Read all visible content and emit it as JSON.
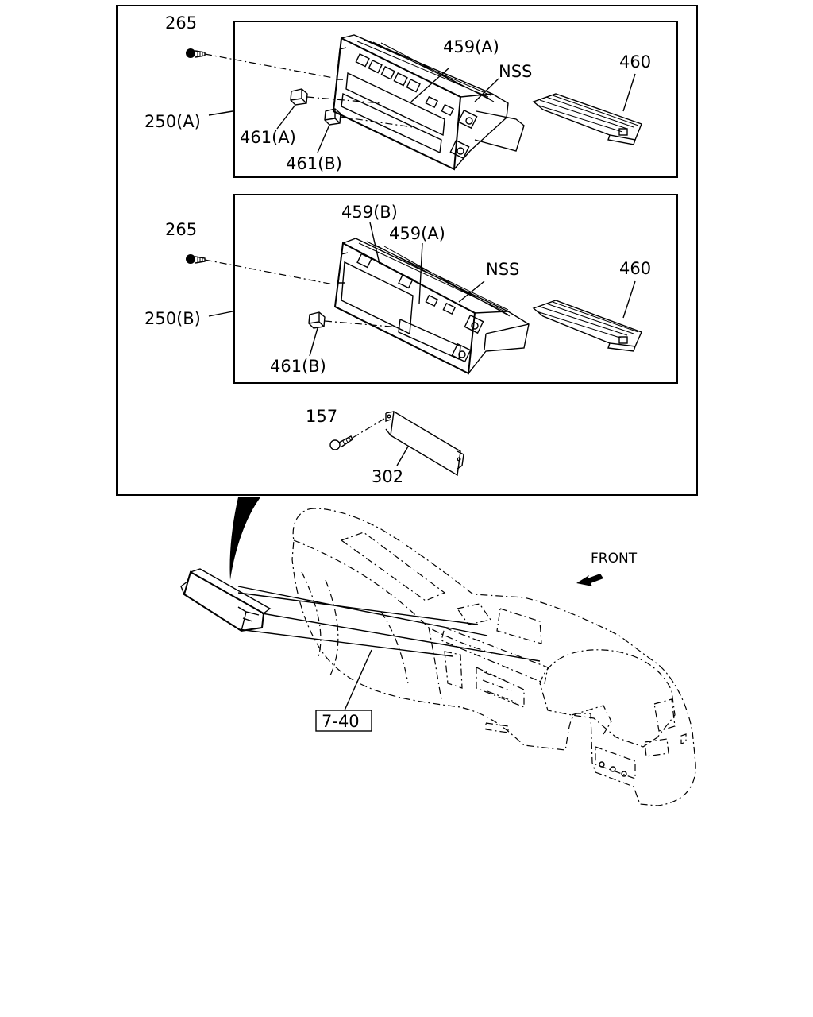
{
  "labels": {
    "l_265_a": "265",
    "l_459a_a": "459(A)",
    "l_nss_a": "NSS",
    "l_460_a": "460",
    "l_250a": "250(A)",
    "l_461a": "461(A)",
    "l_461b_a": "461(B)",
    "l_459b_b": "459(B)",
    "l_265_b": "265",
    "l_459a_b": "459(A)",
    "l_nss_b": "NSS",
    "l_460_b": "460",
    "l_250b": "250(B)",
    "l_461b_b": "461(B)",
    "l_157": "157",
    "l_302": "302",
    "front": "FRONT",
    "ref_740": "7-40"
  },
  "icons": {
    "front_arrow": "front-arrow-icon",
    "screw": "screw-icon"
  }
}
